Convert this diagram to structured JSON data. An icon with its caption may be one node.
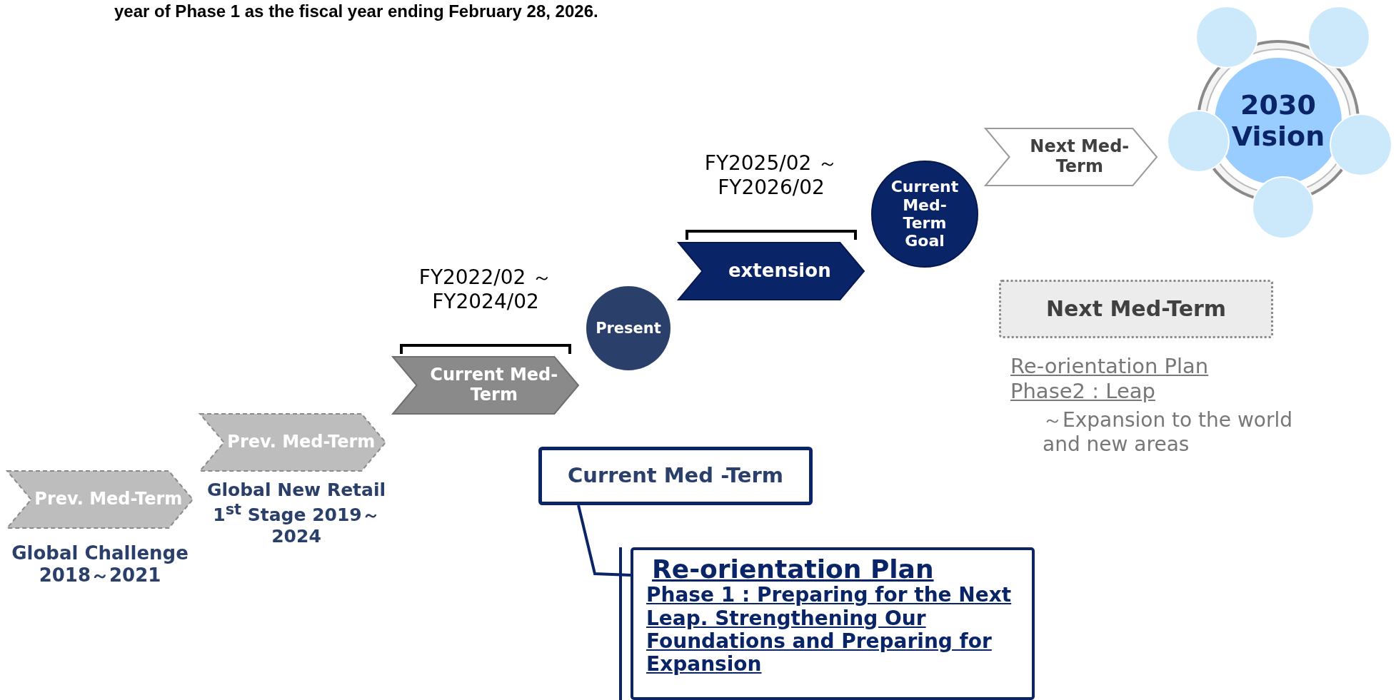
{
  "diagram": {
    "title": "year of Phase 1 as the fiscal year ending February 28, 2026.",
    "nodes": [
      {
        "text": [
          "Prev. Med-Term"
        ],
        "beside": [
          "Global Challenge 2018～2021"
        ]
      },
      {
        "text": [
          "Prev. Med-Term"
        ],
        "beside": [
          "Global New Retail 1$^{st}$ Stage 2019～2024"
        ]
      },
      {
        "text": [
          "Current Med-Term"
        ],
        "beside": [
          "FY2022/02 ～ FY2024/02"
        ]
      },
      {
        "text": [
          "Present"
        ]
      },
      {
        "text": [
          "extension"
        ],
        "beside": [
          "FY2025/02 ～ FY2026/02"
        ]
      },
      {
        "text": [
          "Current Med-Term Goal"
        ]
      },
      {
        "text": [
          "Next Med-Term"
        ]
      },
      {
        "text": [
          "2030 Vision"
        ]
      },
      {
        "text": [],
        "shape": "circle"
      },
      {
        "text": [],
        "shape": "circle"
      },
      {
        "text": [],
        "shape": "circle"
      },
      {
        "text": [],
        "shape": "circle"
      },
      {
        "text": [],
        "shape": "circle"
      },
      {
        "text": [
          "Next Med-Term"
        ],
        "beside": [
          "Re-orientation Plan Phase2 : Leap",
          "～Expansion to the world and new areas"
        ]
      },
      {
        "text": [
          "Current Med -Term"
        ]
      },
      {
        "text": [
          "Re-orientation Plan",
          "Phase 1 : Preparing for the Next Leap. Strengthening Our Foundations and Preparing for Expansion"
        ]
      }
    ],
    "edges": [
      {
        "from": 14,
        "to": 15,
        "arrow": "none"
      }
    ]
  }
}
